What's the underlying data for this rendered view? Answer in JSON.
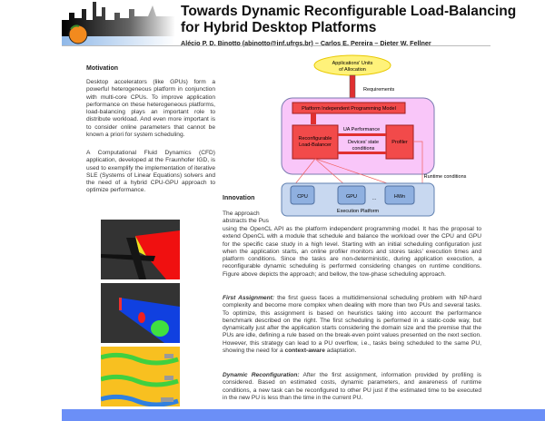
{
  "header": {
    "title_line1": "Towards Dynamic Reconfigurable Load-Balancing",
    "title_line2": "for Hybrid Desktop Platforms",
    "authors": "Alécio P. D. Binotto (abinotto@inf.ufrgs.br)  –  Carlos E. Pereira  –  Dieter W. Fellner"
  },
  "motivation": {
    "heading": "Motivation",
    "p1": "Desktop accelerators (like GPUs) form a powerful heterogeneous platform in conjunction with multi-core CPUs. To improve application performance on these heterogeneous platforms, load-balancing plays an important role to distribute workload. And even more important is to consider online parameters that cannot be known a priori for system scheduling.",
    "p2": "A Computational Fluid Dynamics (CFD) application, developed at the Fraunhofer IGD, is used to exemplify the implementation of iterative SLE (Systems of Linear Equations) solvers and the need of a hybrid CPU-GPU approach to optimize performance."
  },
  "diagram": {
    "app_units_line1": "Applications' Units",
    "app_units_line2": "of Allocation",
    "requirements": "Requirements",
    "pipm": "Platform Independent Programming Model",
    "rlb_line1": "Reconfigurable",
    "rlb_line2": "Load-Balancer",
    "ua_performance": "UA Performance",
    "device_line1": "Devices' state",
    "device_line2": "conditions",
    "profiler": "Profiler",
    "runtime_conditions": "Runtime conditions",
    "cpu": "CPU",
    "gpu": "GPU",
    "ellipsis": "...",
    "hwn": "HWn",
    "execution_platform": "Execution Platform",
    "colors": {
      "ellipse": "#fff27a",
      "outer": "#f9c6f9",
      "red": "#f24a4a",
      "exec": "#c8d8f0",
      "pu": "#8fb0e0"
    }
  },
  "innovation": {
    "heading": "Innovation",
    "lead": "The approach abstracts the Pus",
    "body": "using the OpenCL API as the platform independent programming model. It has the proposal to extend OpenCL with a module that schedule and balance the workload over the CPU and GPU for the specific case study in a high level. Starting with an initial scheduling configuration just when the application starts, an online profiler monitors and stores tasks' execution times and platform conditions. Since the tasks are non-deterministic, during application execution, a reconfigurable dynamic scheduling is performed considering changes on runtime conditions. Figure above depicts the approach; and bellow, the tow-phase scheduling approach."
  },
  "first_assignment": {
    "label": "First Assignment:",
    "text_before": " the first guess faces a multidimensional scheduling problem with NP-hard complexity and become more complex when dealing with more than two PUs and several tasks. To optimize, this assignment is based on heuristics taking into account the performance benchmark described on the right. The first scheduling is performed in a static-code way, but dynamically just after the application starts considering the domain size and the premise that the PUs are idle, defining a rule based on the break-even point values presented on the next section. However, this strategy can lead to a PU overflow, i.e., tasks being scheduled to the same PU, showing the need for a ",
    "bold": "context-aware",
    "text_after": " adaptation."
  },
  "dynamic_reconfiguration": {
    "label": "Dynamic Reconfiguration:",
    "text": " After the first assignment, information provided by profiling is considered. Based on estimated costs, dynamic parameters, and awareness of runtime conditions, a new task can be reconfigured to other PU just if the estimated time to be executed in the new PU is less than the time in the current PU."
  },
  "footer": {
    "band_color": "#6b8ff7"
  }
}
